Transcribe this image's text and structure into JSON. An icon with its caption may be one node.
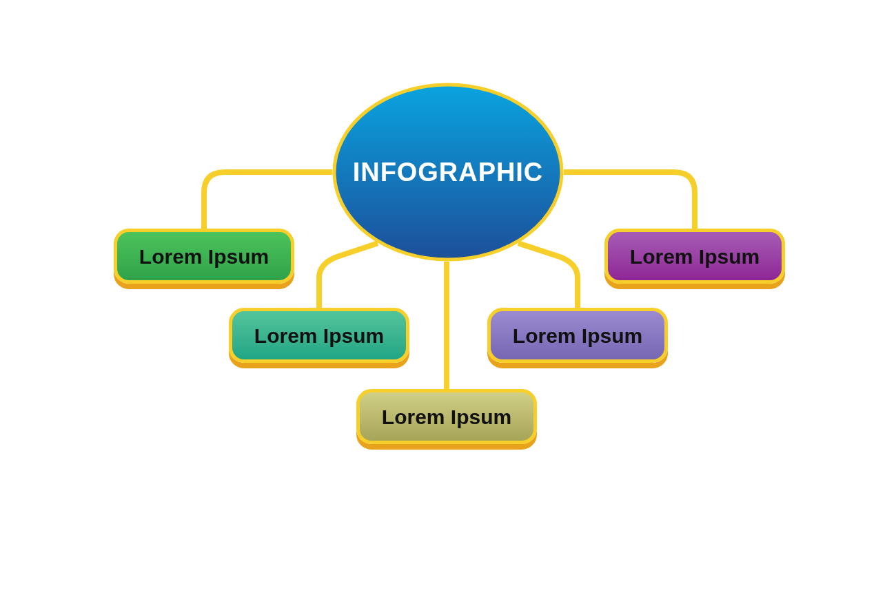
{
  "diagram": {
    "nodes": [
      {
        "text": [
          "INFOGRAPHIC"
        ]
      },
      {
        "text": [
          "Lorem Ipsum"
        ]
      },
      {
        "text": [
          "Lorem Ipsum"
        ]
      },
      {
        "text": [
          "Lorem Ipsum"
        ]
      },
      {
        "text": [
          "Lorem Ipsum"
        ]
      },
      {
        "text": [
          "Lorem Ipsum"
        ]
      }
    ],
    "edges": [
      {
        "from": 0,
        "to": 1,
        "arrow": "none"
      },
      {
        "from": 0,
        "to": 2,
        "arrow": "none"
      },
      {
        "from": 0,
        "to": 3,
        "arrow": "none"
      },
      {
        "from": 0,
        "to": 4,
        "arrow": "none"
      },
      {
        "from": 0,
        "to": 5,
        "arrow": "none"
      }
    ]
  }
}
